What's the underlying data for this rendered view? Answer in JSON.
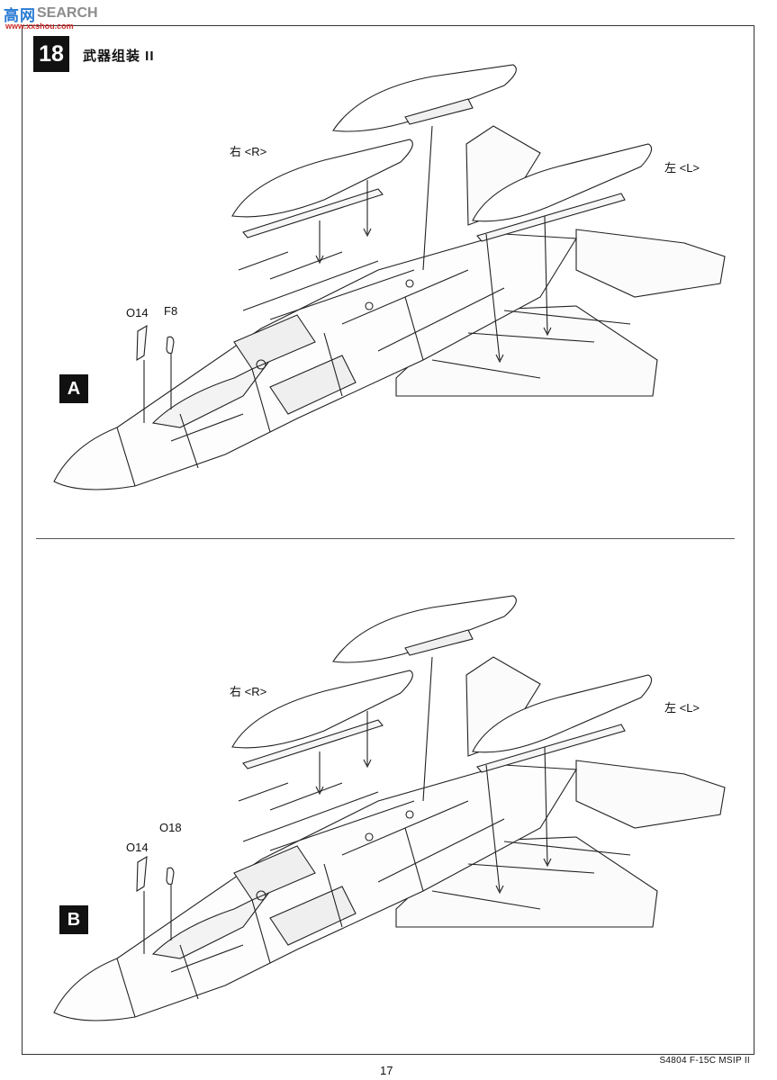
{
  "header": {
    "logo_cn": "高",
    "logo_badge": "网",
    "logo_en": "SEARCH",
    "logo_url": "www.xxshou.com"
  },
  "step": {
    "number": "18",
    "title": "武器组装 II"
  },
  "panel_a": {
    "badge": "A",
    "label_right": "右 <R>",
    "label_left": "左 <L>",
    "part_1": "O14",
    "part_2": "F8"
  },
  "panel_b": {
    "badge": "B",
    "label_right": "右 <R>",
    "label_left": "左 <L>",
    "part_1": "O14",
    "part_2": "O18"
  },
  "footer": {
    "page": "17",
    "code": "S4804 F-15C MSIP II"
  }
}
